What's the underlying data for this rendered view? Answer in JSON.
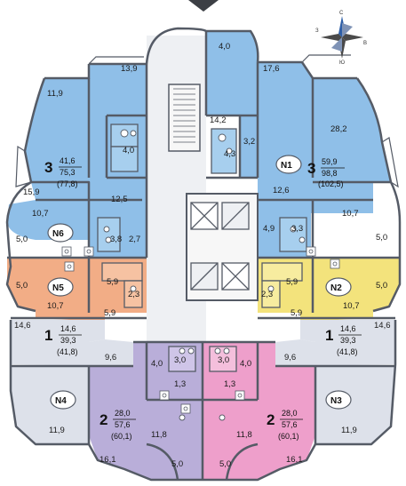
{
  "colors": {
    "apartment_blue": "#8fbfe8",
    "apartment_blue_dark": "#6aa8de",
    "apartment_lavender": "#b9aed9",
    "apartment_pink": "#ee9fcb",
    "apartment_orange": "#f2ad86",
    "apartment_yellow": "#f3e37c",
    "apartment_grey": "#dde1ea",
    "wall": "#555b66",
    "core": "#eef0f3"
  },
  "compass": {
    "north": "С",
    "east": "В",
    "south": "Ю",
    "west": "З"
  },
  "apartments": [
    {
      "label": "N1",
      "rooms": "3",
      "living": "59,9",
      "total": "98,8",
      "total_with_balcony": "(102,5)"
    },
    {
      "label": "N2",
      "rooms": "1",
      "living": "14,6",
      "total": "39,3",
      "total_with_balcony": "(41,8)"
    },
    {
      "label": "N3",
      "rooms": "2",
      "living": "28,0",
      "total": "57,6",
      "total_with_balcony": "(60,1)"
    },
    {
      "label": "N4",
      "rooms": "2",
      "living": "28,0",
      "total": "57,6",
      "total_with_balcony": "(60,1)"
    },
    {
      "label": "N5",
      "rooms": "1",
      "living": "14,6",
      "total": "39,3",
      "total_with_balcony": "(41,8)"
    },
    {
      "label": "N6",
      "rooms": "3",
      "living": "41,6",
      "total": "75,3",
      "total_with_balcony": "(77,8)"
    }
  ],
  "room_areas": {
    "r1": "4,0",
    "r2": "13,9",
    "r3": "17,6",
    "r4": "11,9",
    "r5": "28,2",
    "r6": "14,2",
    "r7": "4,0",
    "r8": "3,2",
    "r9": "4,3",
    "r10": "15,9",
    "r11": "12,5",
    "r12": "12,6",
    "r13": "10,7",
    "r14": "10,7",
    "r15": "5,0",
    "r16": "3,8",
    "r17": "2,7",
    "r18": "4,9",
    "r19": "3,3",
    "r20": "5,0",
    "r21": "5,0",
    "r22": "5,9",
    "r23": "2,3",
    "r24": "2,3",
    "r25": "5,9",
    "r26": "5,0",
    "r27": "10,7",
    "r28": "5,9",
    "r29": "5,9",
    "r30": "10,7",
    "r31": "14,6",
    "r32": "14,6",
    "r33": "9,6",
    "r34": "4,0",
    "r35": "3,0",
    "r36": "3,0",
    "r37": "4,0",
    "r38": "9,6",
    "r39": "1,3",
    "r40": "1,3",
    "r41": "11,9",
    "r42": "11,8",
    "r43": "11,8",
    "r44": "11,9",
    "r45": "16,1",
    "r46": "5,0",
    "r47": "5,0",
    "r48": "16,1"
  }
}
